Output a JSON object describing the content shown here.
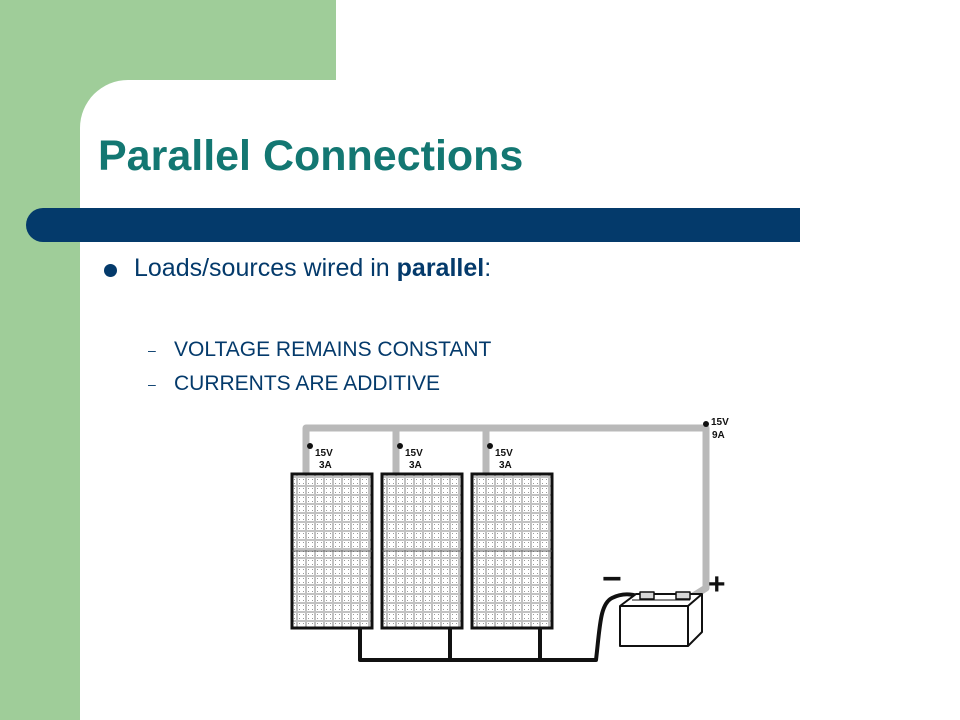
{
  "slide": {
    "title": "Parallel Connections",
    "bullet": {
      "prefix": "Loads/sources wired in ",
      "emphasis": "parallel",
      "suffix": ":"
    },
    "subpoints": [
      "VOLTAGE REMAINS CONSTANT",
      "CURRENTS ARE ADDITIVE"
    ],
    "sub_dash": "–"
  },
  "diagram": {
    "panels": [
      {
        "voltage": "15V",
        "current": "3A"
      },
      {
        "voltage": "15V",
        "current": "3A"
      },
      {
        "voltage": "15V",
        "current": "3A"
      }
    ],
    "total": {
      "voltage": "15V",
      "current": "9A"
    },
    "battery_minus": "−",
    "battery_plus": "+"
  },
  "colors": {
    "sidebar_green": "#9fcd99",
    "bar_navy": "#043a6b",
    "title_teal": "#137772",
    "text_navy": "#043a6b"
  }
}
